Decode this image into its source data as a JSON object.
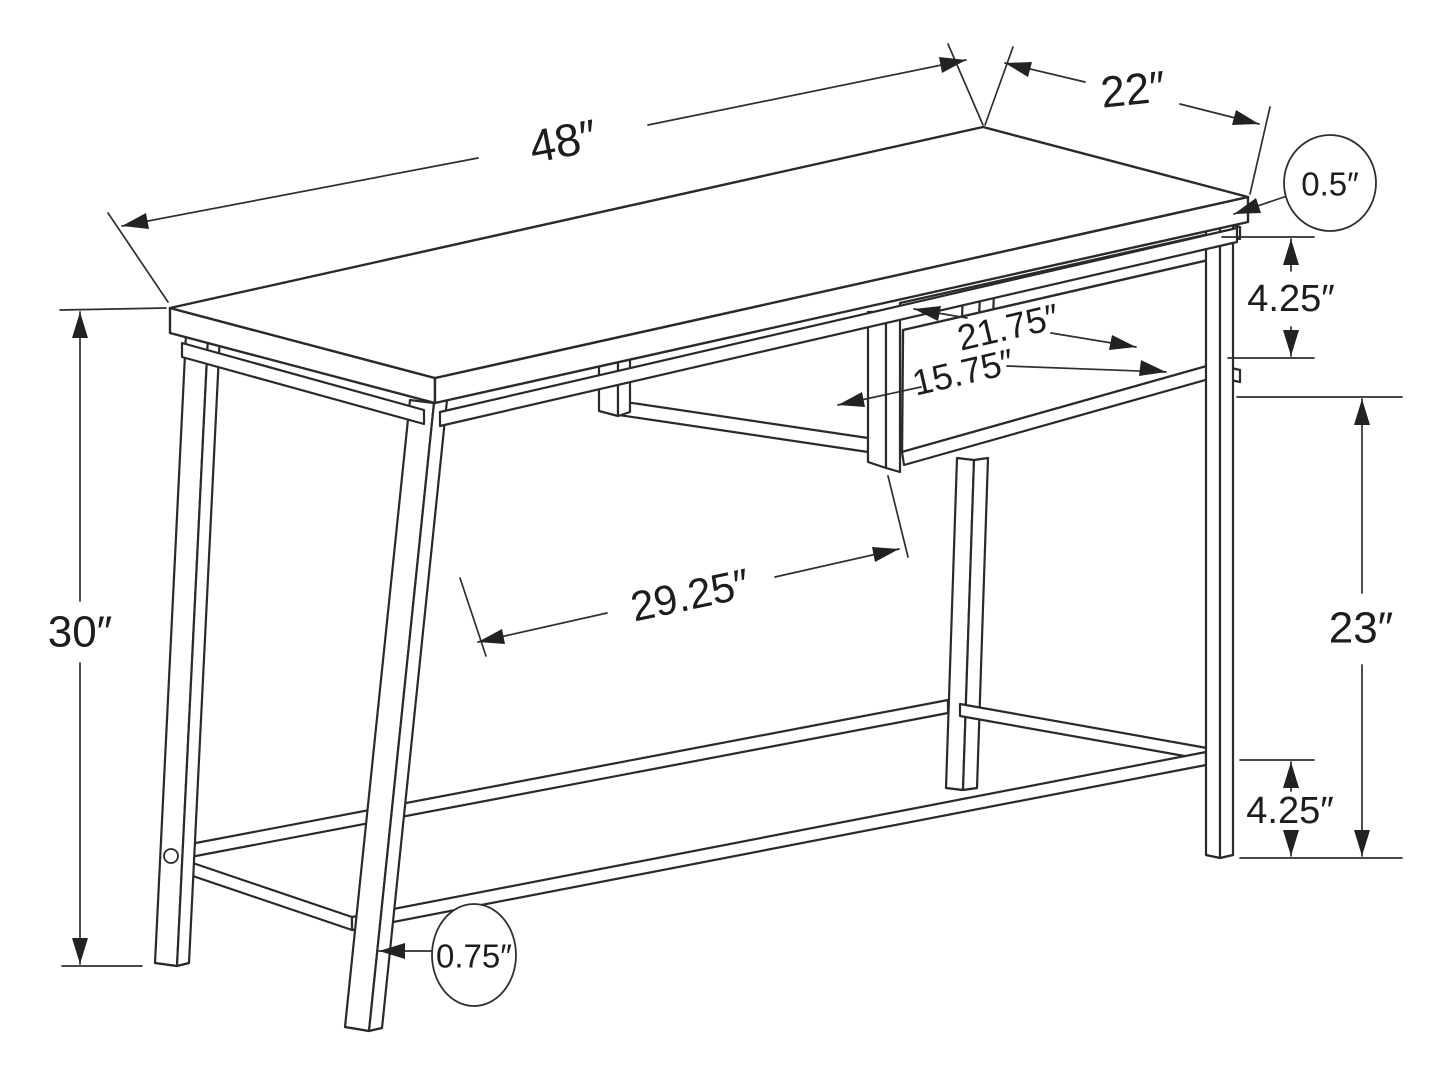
{
  "diagram": {
    "type": "furniture-dimension-drawing",
    "subject": "computer desk with under-desk shelf, isometric line drawing with dimension callouts"
  },
  "dims": {
    "desk_width": "48″",
    "desk_depth": "22″",
    "top_thickness": "0.5″",
    "shelf_clearance_top": "4.25″",
    "shelf_width": "21.75″",
    "shelf_depth": "15.75″",
    "kneehole_width": "29.25″",
    "desk_height": "30″",
    "leg_clear_height": "23″",
    "stretcher_height": "4.25″",
    "frame_tube_size": "0.75″"
  },
  "colors": {
    "background": "#ffffff",
    "line": "#2a2a2a",
    "dimension_line": "#2f2f2f",
    "text": "#1d1d1d"
  }
}
